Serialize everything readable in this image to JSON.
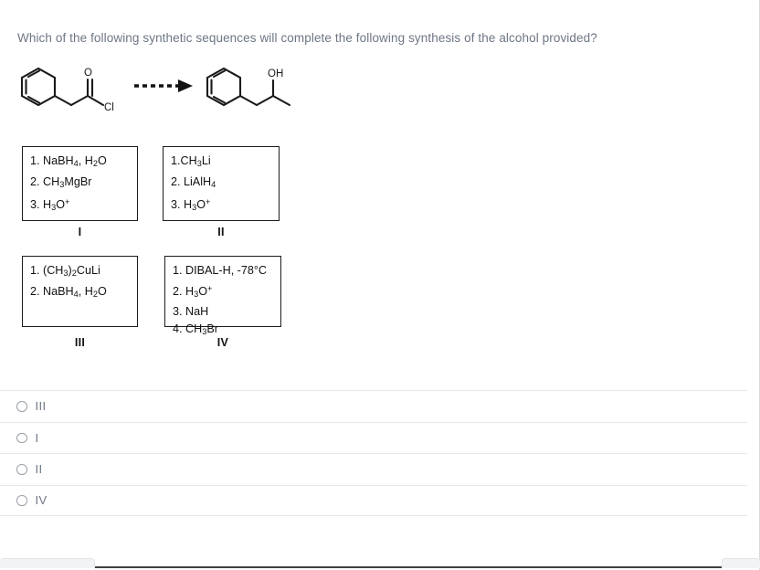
{
  "question": {
    "prompt": "Which of the following synthetic sequences will complete the following synthesis of the alcohol provided?"
  },
  "reaction_scheme": {
    "reactant_name": "phenylacetyl chloride",
    "reactant_labels": {
      "carbonyl_oxygen": "O",
      "chlorine": "Cl"
    },
    "arrow_style": "dashed-arrow-right",
    "product_name": "1-phenyl-2-propanol",
    "product_labels": {
      "hydroxyl": "OH"
    }
  },
  "option_boxes": [
    {
      "id": "I",
      "label": "I",
      "steps": [
        "1. NaBH|4|, H|2|O",
        "2. CH|3|MgBr",
        "3. H|3|O^+^"
      ]
    },
    {
      "id": "II",
      "label": "II",
      "steps": [
        "1.CH|3|Li",
        "2. LiAlH|4|",
        "3. H|3|O^+^"
      ]
    },
    {
      "id": "III",
      "label": "III",
      "steps": [
        "1. (CH|3|)|2|CuLi",
        "2. NaBH|4|, H|2|O"
      ]
    },
    {
      "id": "IV",
      "label": "IV",
      "steps": [
        "1. DIBAL-H, -78°C",
        "2. H|3|O^+^",
        "3. NaH",
        "4. CH|3|Br"
      ]
    }
  ],
  "choices": [
    {
      "value": "III",
      "label": "III",
      "selected": false
    },
    {
      "value": "I",
      "label": "I",
      "selected": false
    },
    {
      "value": "II",
      "label": "II",
      "selected": false
    },
    {
      "value": "IV",
      "label": "IV",
      "selected": false
    }
  ],
  "colors": {
    "question_text": "#6d7684",
    "box_border": "#1c1c1c",
    "divider": "#e6e8ea",
    "radio_outline": "#9aa0a8",
    "bottom_rule": "#3e4044",
    "button_fill": "#f1f3f4"
  }
}
